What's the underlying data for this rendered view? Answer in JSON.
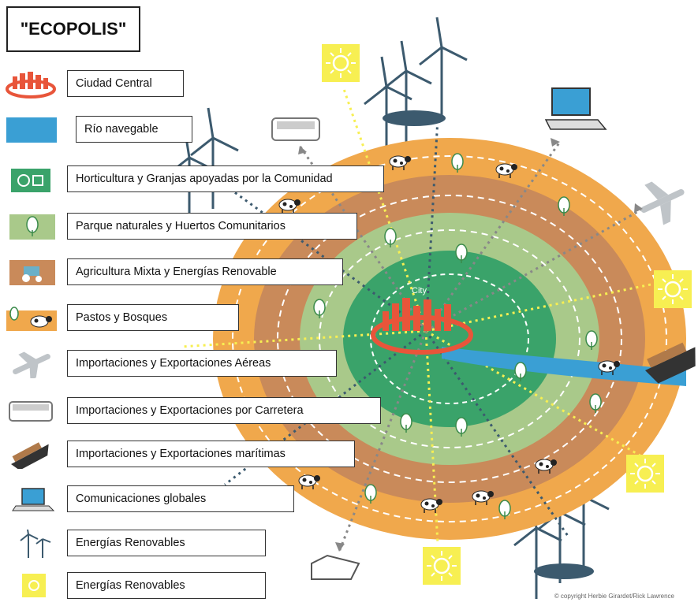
{
  "title": "\"ECOPOLIS\"",
  "center_label": "City",
  "credit": "© copyright Herbie Girardet/Rick Lawrence",
  "legend": [
    {
      "label": "Ciudad Central",
      "icon": "city-icon"
    },
    {
      "label": "Río navegable",
      "icon": "river-swatch"
    },
    {
      "label": "Horticultura y Granjas apoyadas por la Comunidad",
      "icon": "horticulture-icon"
    },
    {
      "label": "Parque naturales y Huertos Comunitarios",
      "icon": "park-tree-icon"
    },
    {
      "label": "Agricultura Mixta y Energías Renovable",
      "icon": "tractor-icon"
    },
    {
      "label": "Pastos y Bosques",
      "icon": "cow-tree-icon"
    },
    {
      "label": "Importaciones y Exportaciones Aéreas",
      "icon": "airplane-icon"
    },
    {
      "label": "Importaciones y Exportaciones por Carretera",
      "icon": "bus-icon"
    },
    {
      "label": "Importaciones y Exportaciones marítimas",
      "icon": "ship-icon"
    },
    {
      "label": "Comunicaciones globales",
      "icon": "laptop-icon"
    },
    {
      "label": "Energías Renovables",
      "icon": "wind-turbine-icon"
    },
    {
      "label": "Energías Renovables",
      "icon": "sun-icon"
    }
  ],
  "colors": {
    "outer_ring": "#f0a84c",
    "brown_ring": "#c98a5a",
    "park_ring": "#a9c98a",
    "horticulture_ring": "#3aa36a",
    "city": "#e8553a",
    "river": "#3a9fd4",
    "sun": "#f7ef52",
    "turbine": "#3c5a6e"
  }
}
